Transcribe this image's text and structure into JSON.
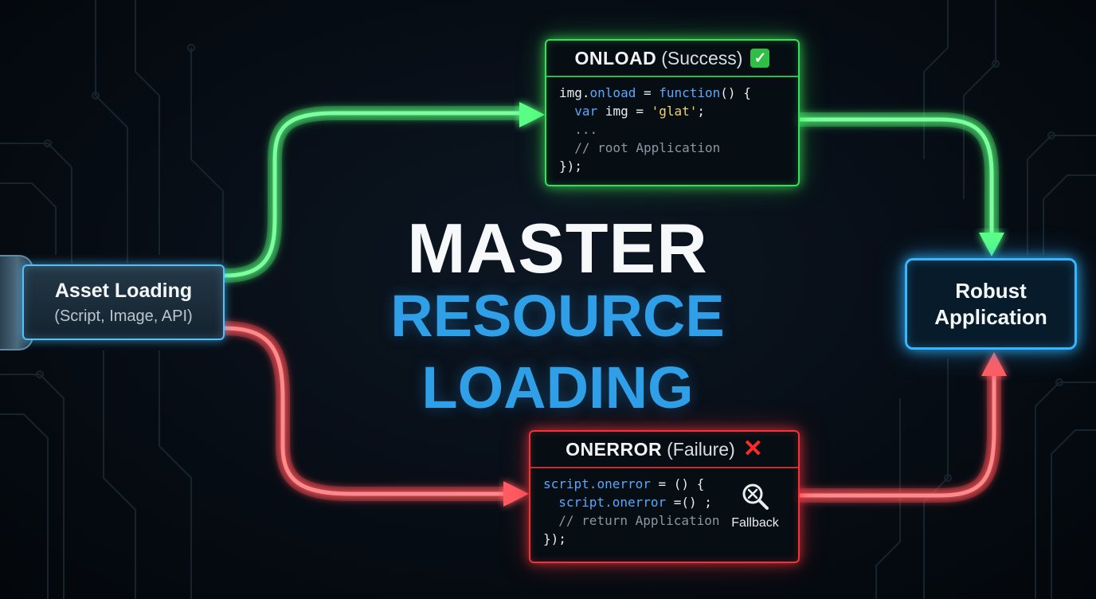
{
  "title": {
    "line1": "MASTER",
    "line2": "RESOURCE LOADING"
  },
  "source_node": {
    "title": "Asset Loading",
    "subtitle": "(Script, Image, API)"
  },
  "target_node": {
    "line1": "Robust",
    "line2": "Application"
  },
  "success_box": {
    "label": "ONLOAD",
    "qualifier": "(Success)",
    "status_icon": "check-mark-icon",
    "code": [
      {
        "a": "img.",
        "b": "onload",
        "c": " = ",
        "d": "function",
        "e": "() {"
      },
      {
        "a": "  ",
        "b": "var",
        "c": " img = ",
        "d": "'glat'",
        "e": ";"
      },
      {
        "text": "  ..."
      },
      {
        "text": "  // root Application"
      },
      {
        "text": "});"
      }
    ]
  },
  "failure_box": {
    "label": "ONERROR",
    "qualifier": "(Failure)",
    "status_icon": "cross-mark-icon",
    "code": [
      {
        "a": "script.",
        "b": "onerror",
        "c": " = () {"
      },
      {
        "a": "  script.",
        "b": "onerror",
        "c": " =() ;"
      },
      {
        "text": "  // return Application"
      },
      {
        "text": "});"
      }
    ],
    "fallback_label": "Fallback",
    "fallback_icon": "magnifier-x-icon"
  },
  "colors": {
    "success": "#37e05a",
    "failure": "#f0343a",
    "accent": "#2f9fe8",
    "background": "#060b12"
  }
}
